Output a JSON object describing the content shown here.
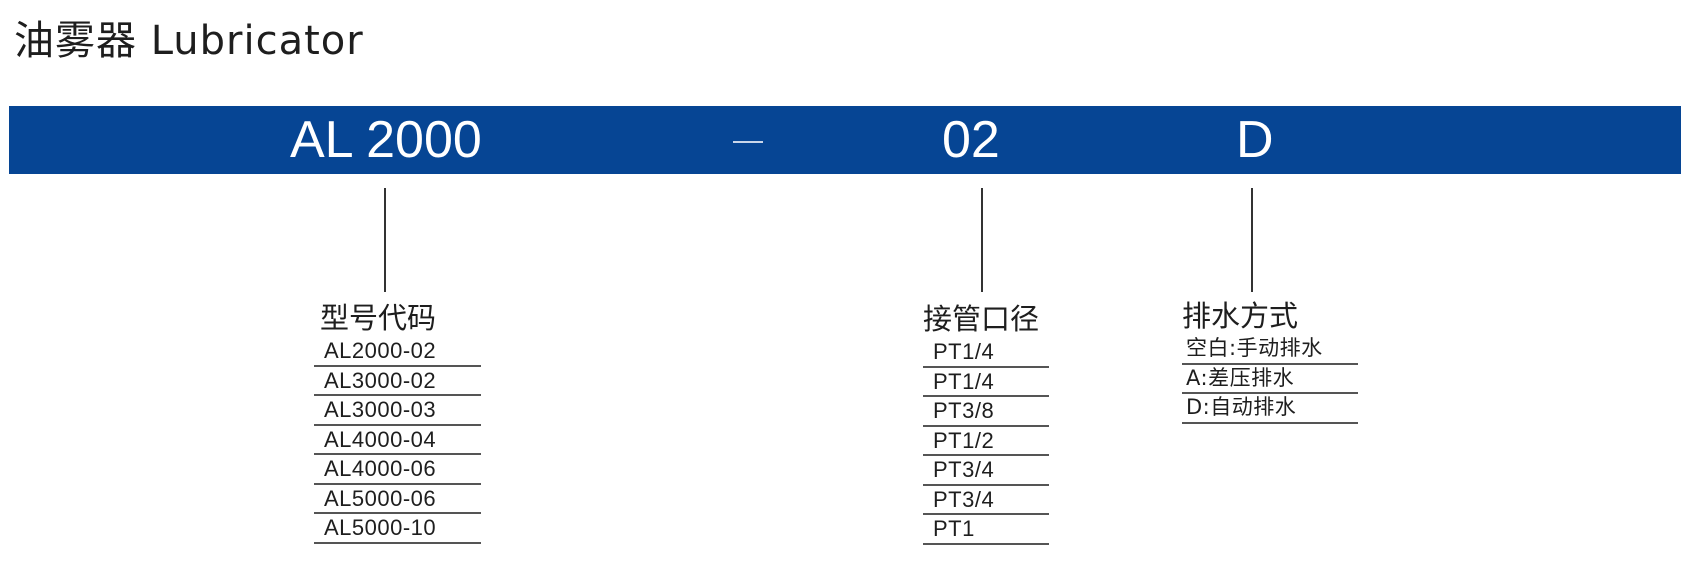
{
  "title": "油雾器 Lubricator",
  "band": {
    "model": "AL 2000",
    "separator": "–",
    "port": "02",
    "drain": "D"
  },
  "groups": {
    "model_code": {
      "heading": "型号代码",
      "items": [
        "AL2000-02",
        "AL3000-02",
        "AL3000-03",
        "AL4000-04",
        "AL4000-06",
        "AL5000-06",
        "AL5000-10"
      ]
    },
    "port_size": {
      "heading": "接管口径",
      "items": [
        "PT1/4",
        "PT1/4",
        "PT3/8",
        "PT1/2",
        "PT3/4",
        "PT3/4",
        "PT1"
      ]
    },
    "drain_type": {
      "heading": "排水方式",
      "items": [
        "空白:手动排水",
        "A:差压排水",
        "D:自动排水"
      ]
    }
  },
  "colors": {
    "band": "#064594",
    "band_text": "#ffffff",
    "text": "#1e1e1e"
  }
}
